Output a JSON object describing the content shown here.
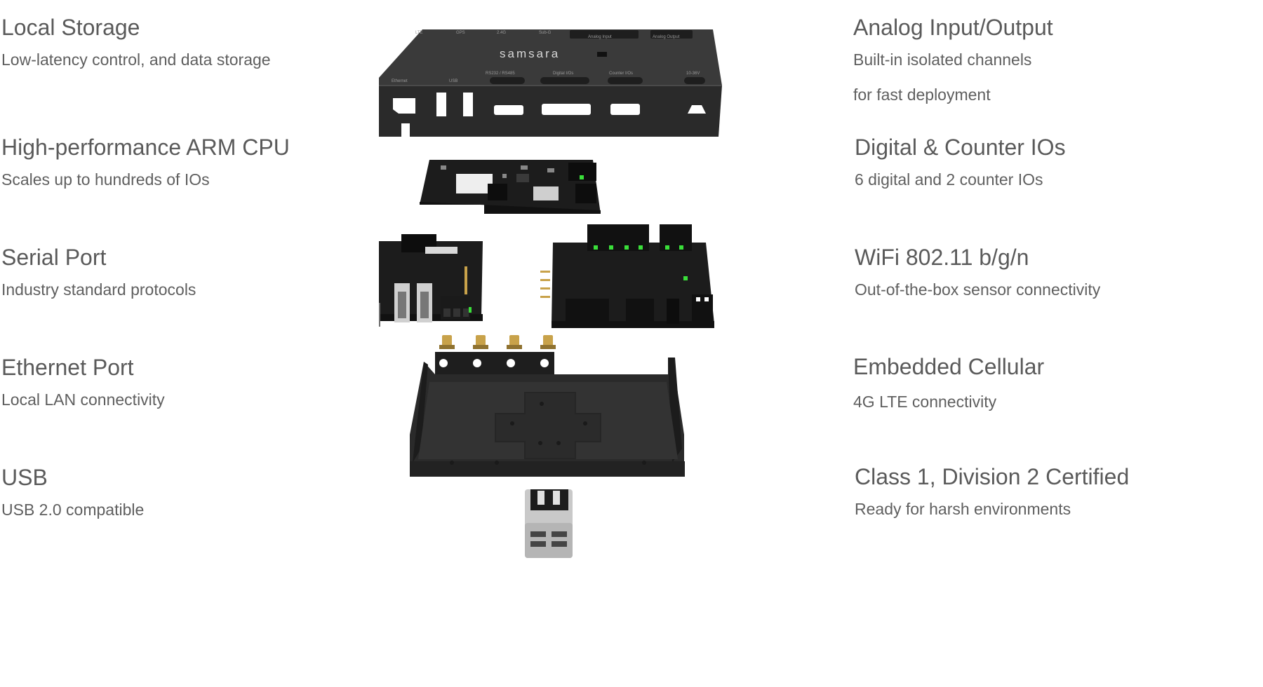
{
  "left_features": [
    {
      "title": "Local Storage",
      "desc": "Low-latency control, and data storage"
    },
    {
      "title": "High-performance ARM CPU",
      "desc": "Scales up to hundreds of IOs"
    },
    {
      "title": "Serial Port",
      "desc": "Industry standard protocols"
    },
    {
      "title": "Ethernet Port",
      "desc": "Local LAN connectivity"
    },
    {
      "title": "USB",
      "desc": "USB 2.0 compatible"
    }
  ],
  "right_features": [
    {
      "title": "Analog Input/Output",
      "desc": "Built-in isolated channels",
      "desc2": "for fast deployment"
    },
    {
      "title": "Digital & Counter IOs",
      "desc": "6 digital and 2 counter IOs"
    },
    {
      "title": "WiFi 802.11 b/g/n",
      "desc": "Out-of-the-box sensor connectivity"
    },
    {
      "title": "Embedded Cellular",
      "desc": "4G LTE connectivity"
    },
    {
      "title": "Class 1, Division 2 Certified",
      "desc": "Ready for harsh environments"
    }
  ],
  "device": {
    "brand": "samsara",
    "port_labels": {
      "ethernet": "Ethernet",
      "usb": "USB",
      "serial": "RS232 / RS485",
      "digital": "Digital I/Os",
      "counter": "Counter I/Os",
      "power": "10-36V",
      "analog_input": "Analog Input",
      "analog_output": "Analog Output",
      "lte": "LTE",
      "gps": "GPS",
      "wifi": "2.4G",
      "sub_ghz": "Sub-G"
    }
  },
  "colors": {
    "text": "#5a5a5a",
    "enclosure": "#2f2f2f",
    "enclosure_side": "#222222",
    "pcb": "#1c1c1c",
    "terminal": "#1a1a1a",
    "led": "#3adf3a",
    "connector_gold": "#c8a24a",
    "metal": "#cfcfcf"
  }
}
